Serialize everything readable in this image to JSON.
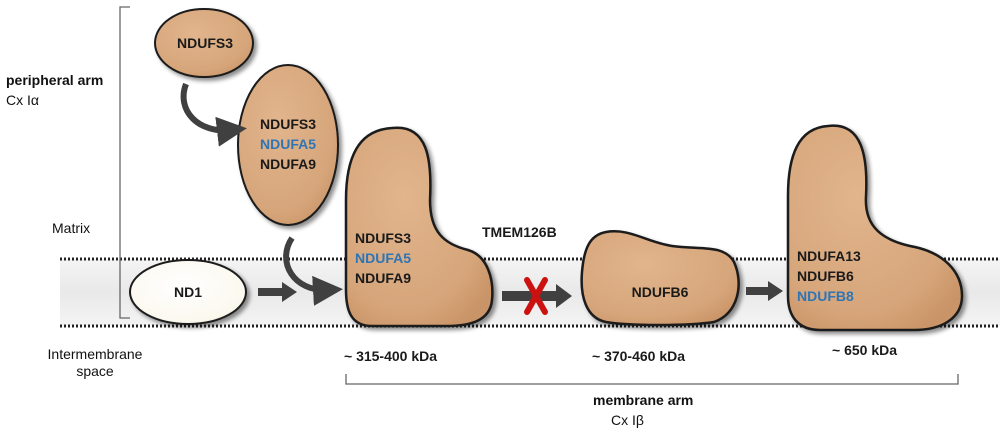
{
  "colors": {
    "protein_fill": "#d6a57a",
    "protein_stroke": "#1a1a1a",
    "nd1_fill": "#fbf8ee",
    "membrane_band": "#efefef",
    "highlight_text": "#2e75b6",
    "arrow": "#404040",
    "block_cross": "#cc1111"
  },
  "labels": {
    "peripheral_arm": "peripheral arm",
    "peripheral_arm_sub": "Cx Iα",
    "matrix": "Matrix",
    "intermembrane_1": "Intermembrane",
    "intermembrane_2": "space",
    "tmem": "TMEM126B",
    "membrane_arm": "membrane arm",
    "membrane_arm_sub": "Cx Iβ"
  },
  "proteins": {
    "ndufs3_alone": "NDUFS3",
    "subcomplex_a": [
      "NDUFS3",
      "NDUFA5",
      "NDUFA9"
    ],
    "nd1": "ND1",
    "intermediate_1": [
      "NDUFS3",
      "NDUFA5",
      "NDUFA9"
    ],
    "intermediate_2": [
      "NDUFB6"
    ],
    "intermediate_3": [
      "NDUFA13",
      "NDUFB6",
      "NDUFB8"
    ]
  },
  "masses": {
    "m1": "~ 315-400 kDa",
    "m2": "~ 370-460 kDa",
    "m3": "~ 650 kDa"
  },
  "icons": [
    "curved-arrow-icon",
    "right-arrow-icon",
    "block-cross-icon"
  ]
}
